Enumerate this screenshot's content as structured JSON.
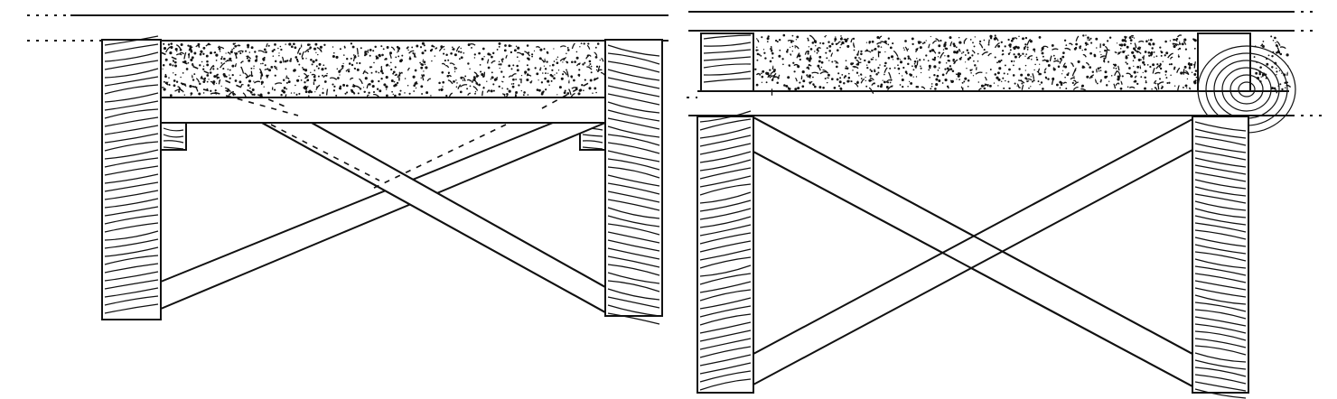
{
  "figures": [
    {
      "id": "left",
      "description_tag": "stud-wall-section-with-cleats"
    },
    {
      "id": "right",
      "description_tag": "stud-wall-section-with-joists"
    }
  ],
  "colors": {
    "ink": "#111111",
    "paper": "#ffffff"
  }
}
